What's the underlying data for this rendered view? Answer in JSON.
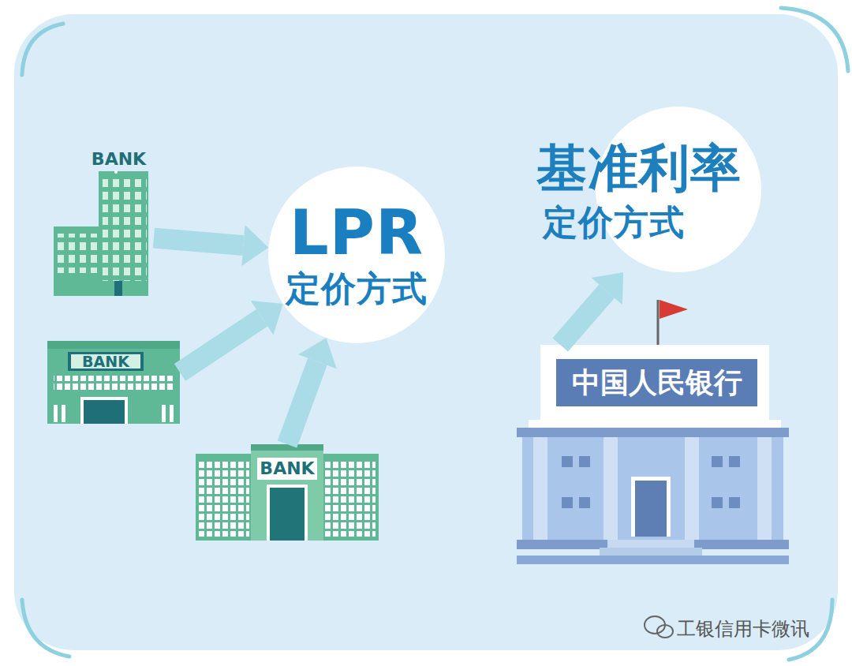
{
  "diagram": {
    "nodes": [
      {
        "text": [
          "BANK"
        ]
      },
      {
        "text": [
          "BANK"
        ]
      },
      {
        "text": [
          "BANK"
        ]
      },
      {
        "text": [
          "LPR",
          "定价方式"
        ]
      },
      {
        "text": [
          "基准利率",
          "定价方式"
        ]
      },
      {
        "text": [
          "中国人民银行"
        ]
      }
    ],
    "edges": [
      {
        "from": 0,
        "to": 3,
        "arrow": "to"
      },
      {
        "from": 1,
        "to": 3,
        "arrow": "to"
      },
      {
        "from": 2,
        "to": 3,
        "arrow": "to"
      },
      {
        "from": 5,
        "to": 4,
        "arrow": "to"
      }
    ],
    "labels": [
      "工银信用卡微讯"
    ]
  }
}
